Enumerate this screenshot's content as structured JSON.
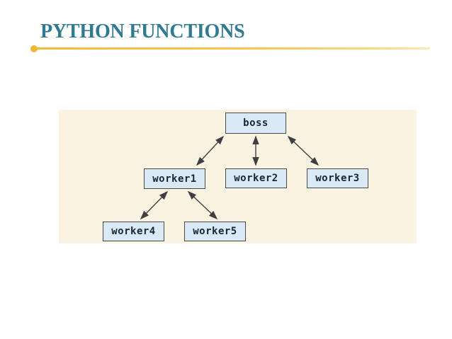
{
  "slide": {
    "title": "PYTHON FUNCTIONS",
    "colors": {
      "title_text": "#2f7a92",
      "underline": "#f2b637",
      "background": "#ffffff"
    }
  },
  "diagram": {
    "type": "tree",
    "colors": {
      "panel_background": "#fbf3e2",
      "node_fill": "#d9eaf6",
      "node_border": "#4a4a4a",
      "node_text": "#1c2431",
      "arrow": "#3f3f3f"
    },
    "nodes": [
      {
        "id": "boss",
        "label": "boss",
        "level": 0
      },
      {
        "id": "worker1",
        "label": "worker1",
        "level": 1
      },
      {
        "id": "worker2",
        "label": "worker2",
        "level": 1
      },
      {
        "id": "worker3",
        "label": "worker3",
        "level": 1
      },
      {
        "id": "worker4",
        "label": "worker4",
        "level": 2
      },
      {
        "id": "worker5",
        "label": "worker5",
        "level": 2
      }
    ],
    "edges": [
      {
        "from": "boss",
        "to": "worker1",
        "bidirectional": true
      },
      {
        "from": "boss",
        "to": "worker2",
        "bidirectional": true
      },
      {
        "from": "boss",
        "to": "worker3",
        "bidirectional": true
      },
      {
        "from": "worker1",
        "to": "worker4",
        "bidirectional": true
      },
      {
        "from": "worker1",
        "to": "worker5",
        "bidirectional": true
      }
    ]
  }
}
